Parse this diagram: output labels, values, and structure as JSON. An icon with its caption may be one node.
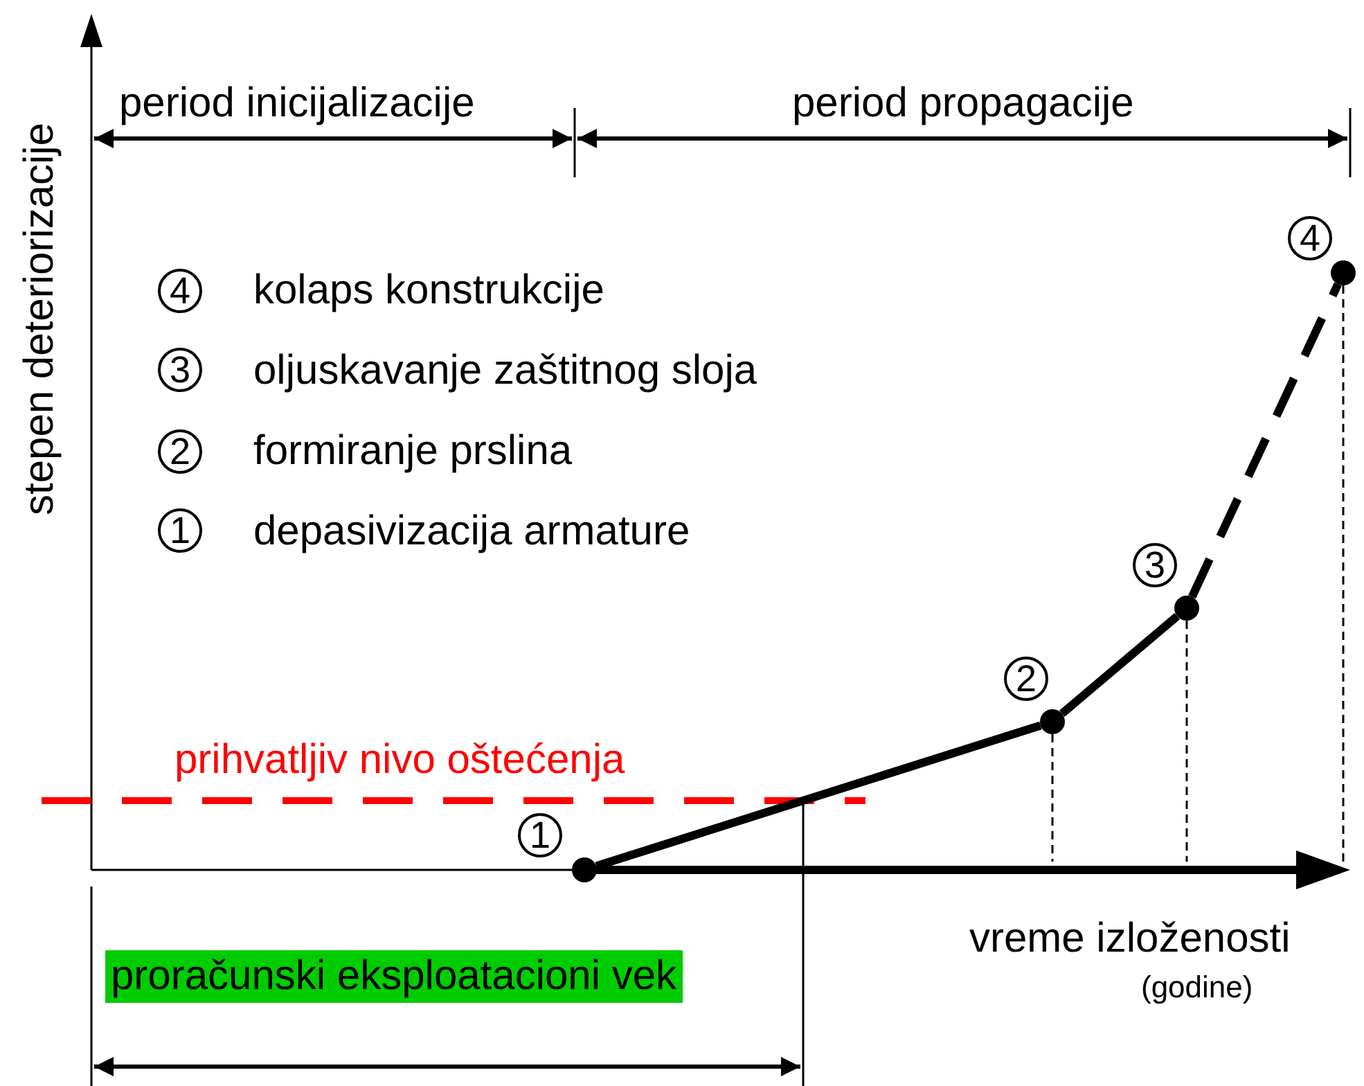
{
  "diagram": {
    "nodes": [
      {
        "text": [],
        "shape": "circle",
        "beside": [
          "1"
        ]
      },
      {
        "text": [],
        "shape": "circle",
        "beside": [
          "2"
        ]
      },
      {
        "text": [],
        "shape": "circle",
        "beside": [
          "3"
        ]
      },
      {
        "text": [],
        "shape": "circle",
        "beside": [
          "4"
        ]
      }
    ],
    "edges": [
      {
        "from": 0,
        "to": 1,
        "arrow": "none"
      },
      {
        "from": 1,
        "to": 2,
        "arrow": "none"
      },
      {
        "from": 2,
        "to": 3,
        "arrow": "none",
        "style": "dashed"
      }
    ],
    "labels": [
      "stepen deteriorizacije",
      "period inicijalizacije",
      "period propagacije",
      "4",
      "3",
      "2",
      "1",
      "prihvatljiv nivo oštećenja",
      "vreme izloženosti",
      "(godine)",
      "proračunski eksploatacioni vek"
    ],
    "legend": [
      {
        "text": "kolaps konstrukcije"
      },
      {
        "text": "oljuskavanje zaštitnog sloja"
      },
      {
        "text": "formiranje prslina"
      },
      {
        "text": "depasivizacija armature"
      }
    ]
  }
}
